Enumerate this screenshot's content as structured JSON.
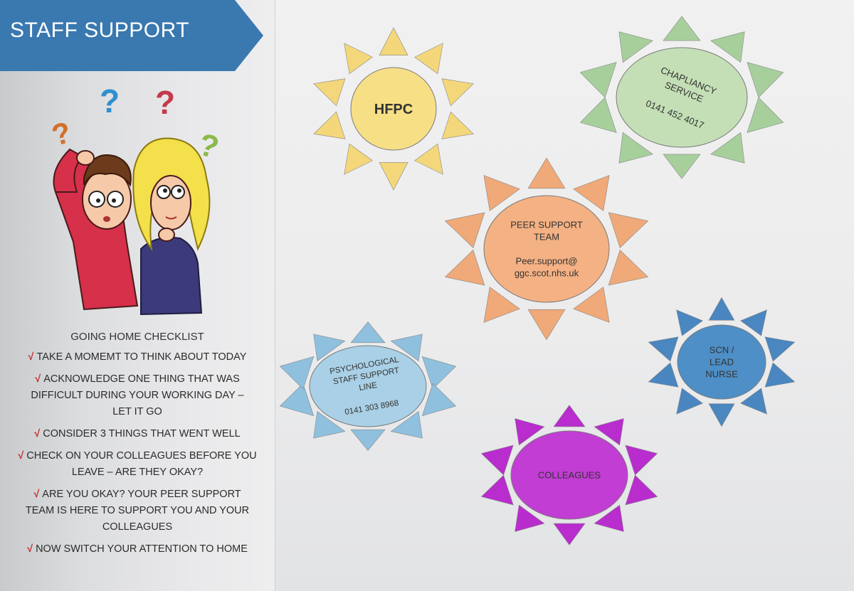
{
  "header": {
    "title": "STAFF SUPPORT"
  },
  "checklist": {
    "heading": "GOING HOME CHECKLIST",
    "tick": "√",
    "items": [
      [
        "TAKE A MOMEMT TO THINK ABOUT TODAY"
      ],
      [
        "ACKNOWLEDGE ONE THING THAT WAS",
        "DIFFICULT DURING YOUR WORKING DAY –",
        "LET IT GO"
      ],
      [
        "CONSIDER 3 THINGS THAT WENT WELL"
      ],
      [
        "CHECK ON YOUR COLLEAGUES BEFORE YOU",
        "LEAVE – ARE THEY OKAY?"
      ],
      [
        "ARE YOU OKAY? YOUR PEER SUPPORT",
        "TEAM IS HERE TO SUPPORT YOU AND YOUR",
        "COLLEAGUES"
      ],
      [
        "NOW SWITCH YOUR ATTENTION TO HOME"
      ]
    ]
  },
  "suns": {
    "hfpc": {
      "lines": [
        "HFPC"
      ],
      "color": "#f7df86",
      "ray": "#f3d77a"
    },
    "chaplaincy": {
      "lines": [
        "CHAPLIANCY",
        "SERVICE",
        "",
        "0141 452 4017"
      ],
      "color": "#c4dfb6",
      "ray": "#a7cf9c"
    },
    "peer": {
      "lines": [
        "PEER SUPPORT",
        "TEAM",
        "",
        "Peer.support@",
        "ggc.scot.nhs.uk"
      ],
      "color": "#f4b183",
      "ray": "#f0a978"
    },
    "psych": {
      "lines": [
        "PSYCHOLOGICAL",
        "STAFF SUPPORT",
        "LINE",
        "",
        "0141 303 8968"
      ],
      "color": "#a9d0e6",
      "ray": "#8fc0de"
    },
    "scn": {
      "lines": [
        "SCN /",
        "LEAD",
        "NURSE"
      ],
      "color": "#4e8fc7",
      "ray": "#4a86c0"
    },
    "colleagues": {
      "lines": [
        "COLLEAGUES"
      ],
      "color": "#c13dd3",
      "ray": "#b92ccd"
    }
  },
  "icons": {
    "question-marks": [
      "?",
      "?",
      "?",
      "?"
    ]
  }
}
